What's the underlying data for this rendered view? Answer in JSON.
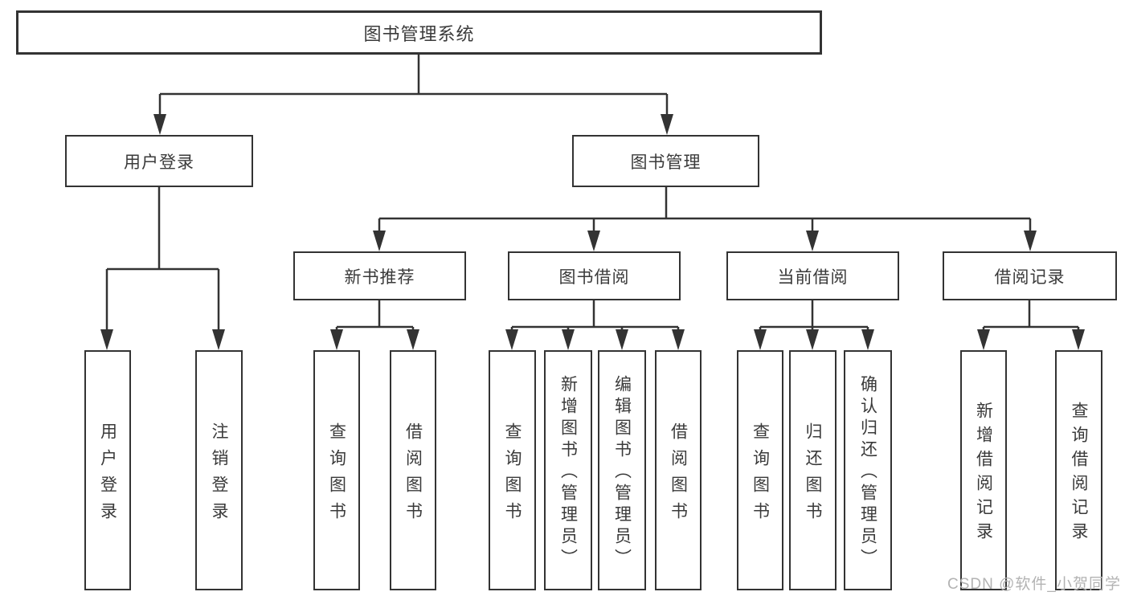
{
  "diagram": {
    "root": "图书管理系统",
    "level2": {
      "user_login": "用户登录",
      "book_mgmt": "图书管理"
    },
    "level3": {
      "new_books": "新书推荐",
      "book_borrow": "图书借阅",
      "current_borrow": "当前借阅",
      "borrow_records": "借阅记录"
    },
    "leaves": {
      "user_login": "用户登录",
      "logout": "注销登录",
      "query_books_1": "查询图书",
      "borrow_books_1": "借阅图书",
      "query_books_2": "查询图书",
      "add_books_admin": "新增图书（管理员）",
      "edit_books_admin": "编辑图书（管理员）",
      "borrow_books_2": "借阅图书",
      "query_books_3": "查询图书",
      "return_books": "归还图书",
      "confirm_return_admin": "确认归还（管理员）",
      "add_borrow_record": "新增借阅记录",
      "query_borrow_record": "查询借阅记录"
    }
  },
  "watermark": "CSDN @软件_小贺同学",
  "colors": {
    "line": "#333333",
    "text": "#3a3a3a",
    "watermark": "#b3b3b3",
    "background": "#ffffff"
  }
}
